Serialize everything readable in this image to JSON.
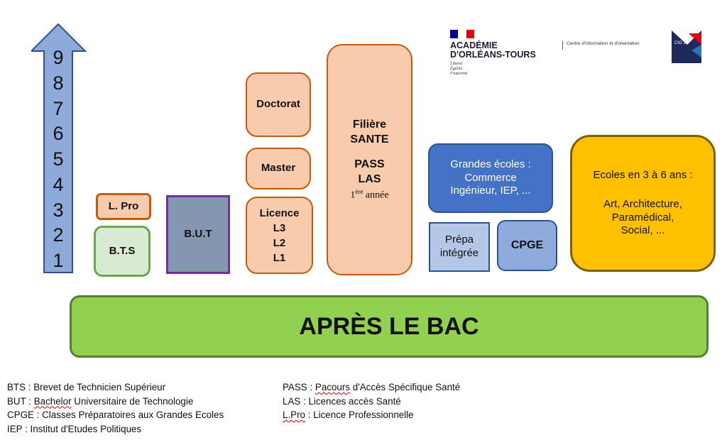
{
  "arrow": {
    "years": [
      "9",
      "8",
      "7",
      "6",
      "5",
      "4",
      "3",
      "2",
      "1"
    ]
  },
  "boxes": {
    "lpro": "L. Pro",
    "bts": "B.T.S",
    "but": "B.U.T",
    "doctorat": "Doctorat",
    "master": "Master",
    "licence": [
      "Licence",
      "L3",
      "L2",
      "L1"
    ],
    "sante": {
      "lines": [
        "Filière",
        "SANTE",
        "",
        "PASS",
        "LAS"
      ],
      "year_num": "1",
      "year_sup": "ère",
      "year_word": " année"
    },
    "grandes_ecoles": [
      "Grandes écoles :",
      "Commerce",
      "Ingénieur, IEP, ..."
    ],
    "prepa": [
      "Prépa",
      "intégrée"
    ],
    "cpge": "CPGE",
    "ecoles": {
      "title": "Ecoles en 3 à 6 ans :",
      "lines": [
        "Art, Architecture,",
        "Paramédical,",
        "Social, ..."
      ]
    },
    "apres": "APRÈS LE BAC"
  },
  "header": {
    "academie": [
      "ACADÉMIE",
      "D'ORLÉANS-TOURS"
    ],
    "motto": [
      "Liberté",
      "Égalité",
      "Fraternité"
    ],
    "cio": "Centre d'information et d'orientation",
    "cio_logo": "CIO 37"
  },
  "glossary": {
    "left": [
      {
        "abbr": "BTS",
        "sep": " : ",
        "parts": [
          {
            "t": "Brevet de Technicien Supérieur",
            "sq": false
          }
        ]
      },
      {
        "abbr": "BUT",
        "sep": " : ",
        "parts": [
          {
            "t": "Bachelor",
            "sq": true
          },
          {
            "t": " Universitaire de Technologie",
            "sq": false
          }
        ]
      },
      {
        "abbr": "CPGE",
        "sep": " : ",
        "parts": [
          {
            "t": "Classes Préparatoires aux Grandes Ecoles",
            "sq": false
          }
        ]
      },
      {
        "abbr": "IEP",
        "sep": " : ",
        "parts": [
          {
            "t": "Institut d'Etudes Politiques",
            "sq": false
          }
        ]
      }
    ],
    "right": [
      {
        "abbr": "PASS",
        "sep": " : ",
        "parts": [
          {
            "t": "Pacours",
            "sq": true
          },
          {
            "t": " d'Accès Spécifique Santé",
            "sq": false
          }
        ]
      },
      {
        "abbr": "LAS",
        "sep": " : ",
        "parts": [
          {
            "t": "Licences accès Santé",
            "sq": false
          }
        ]
      },
      {
        "abbr": "L.Pro",
        "abbr_sq": true,
        "sep": " : ",
        "parts": [
          {
            "t": "Licence Professionnelle",
            "sq": false
          }
        ]
      }
    ]
  },
  "colors": {
    "arrow": "#8eaadb",
    "peach": "#f8cbad",
    "bts": "#d9ead3",
    "but": "#8496b0",
    "grandes_ecoles": "#4472c4",
    "prepa": "#b4c7e7",
    "cpge": "#8faadc",
    "ecoles": "#ffc000",
    "apres": "#92d050"
  }
}
